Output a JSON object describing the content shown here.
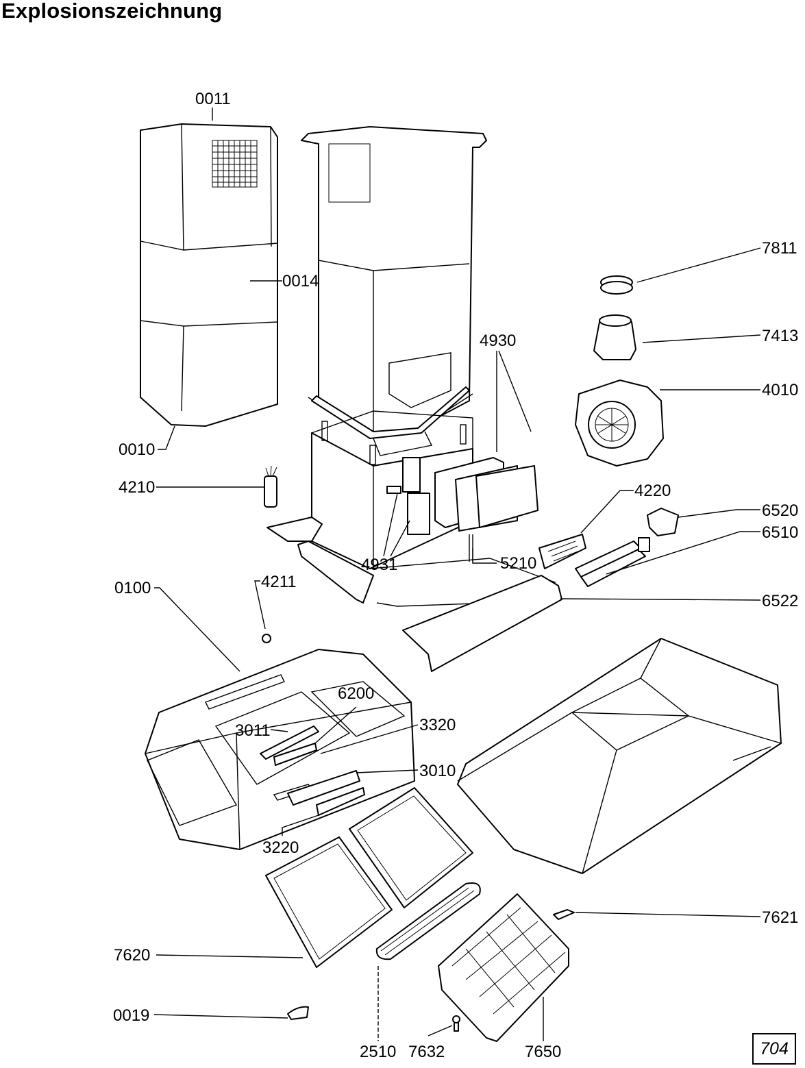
{
  "title": "Explosionszeichnung",
  "page_number": "704",
  "part_labels": {
    "p0011": "0011",
    "p0014": "0014",
    "p0010": "0010",
    "p4210": "4210",
    "p4211": "4211",
    "p0100": "0100",
    "p6200": "6200",
    "p3011": "3011",
    "p3320": "3320",
    "p3010": "3010",
    "p3220": "3220",
    "p4930": "4930",
    "p4931": "4931",
    "p5210": "5210",
    "p7811": "7811",
    "p7413": "7413",
    "p4010": "4010",
    "p4220": "4220",
    "p6520": "6520",
    "p6510": "6510",
    "p6522": "6522",
    "p7621": "7621",
    "p7620": "7620",
    "p0019": "0019",
    "p2510": "2510",
    "p7632": "7632",
    "p7650": "7650"
  }
}
